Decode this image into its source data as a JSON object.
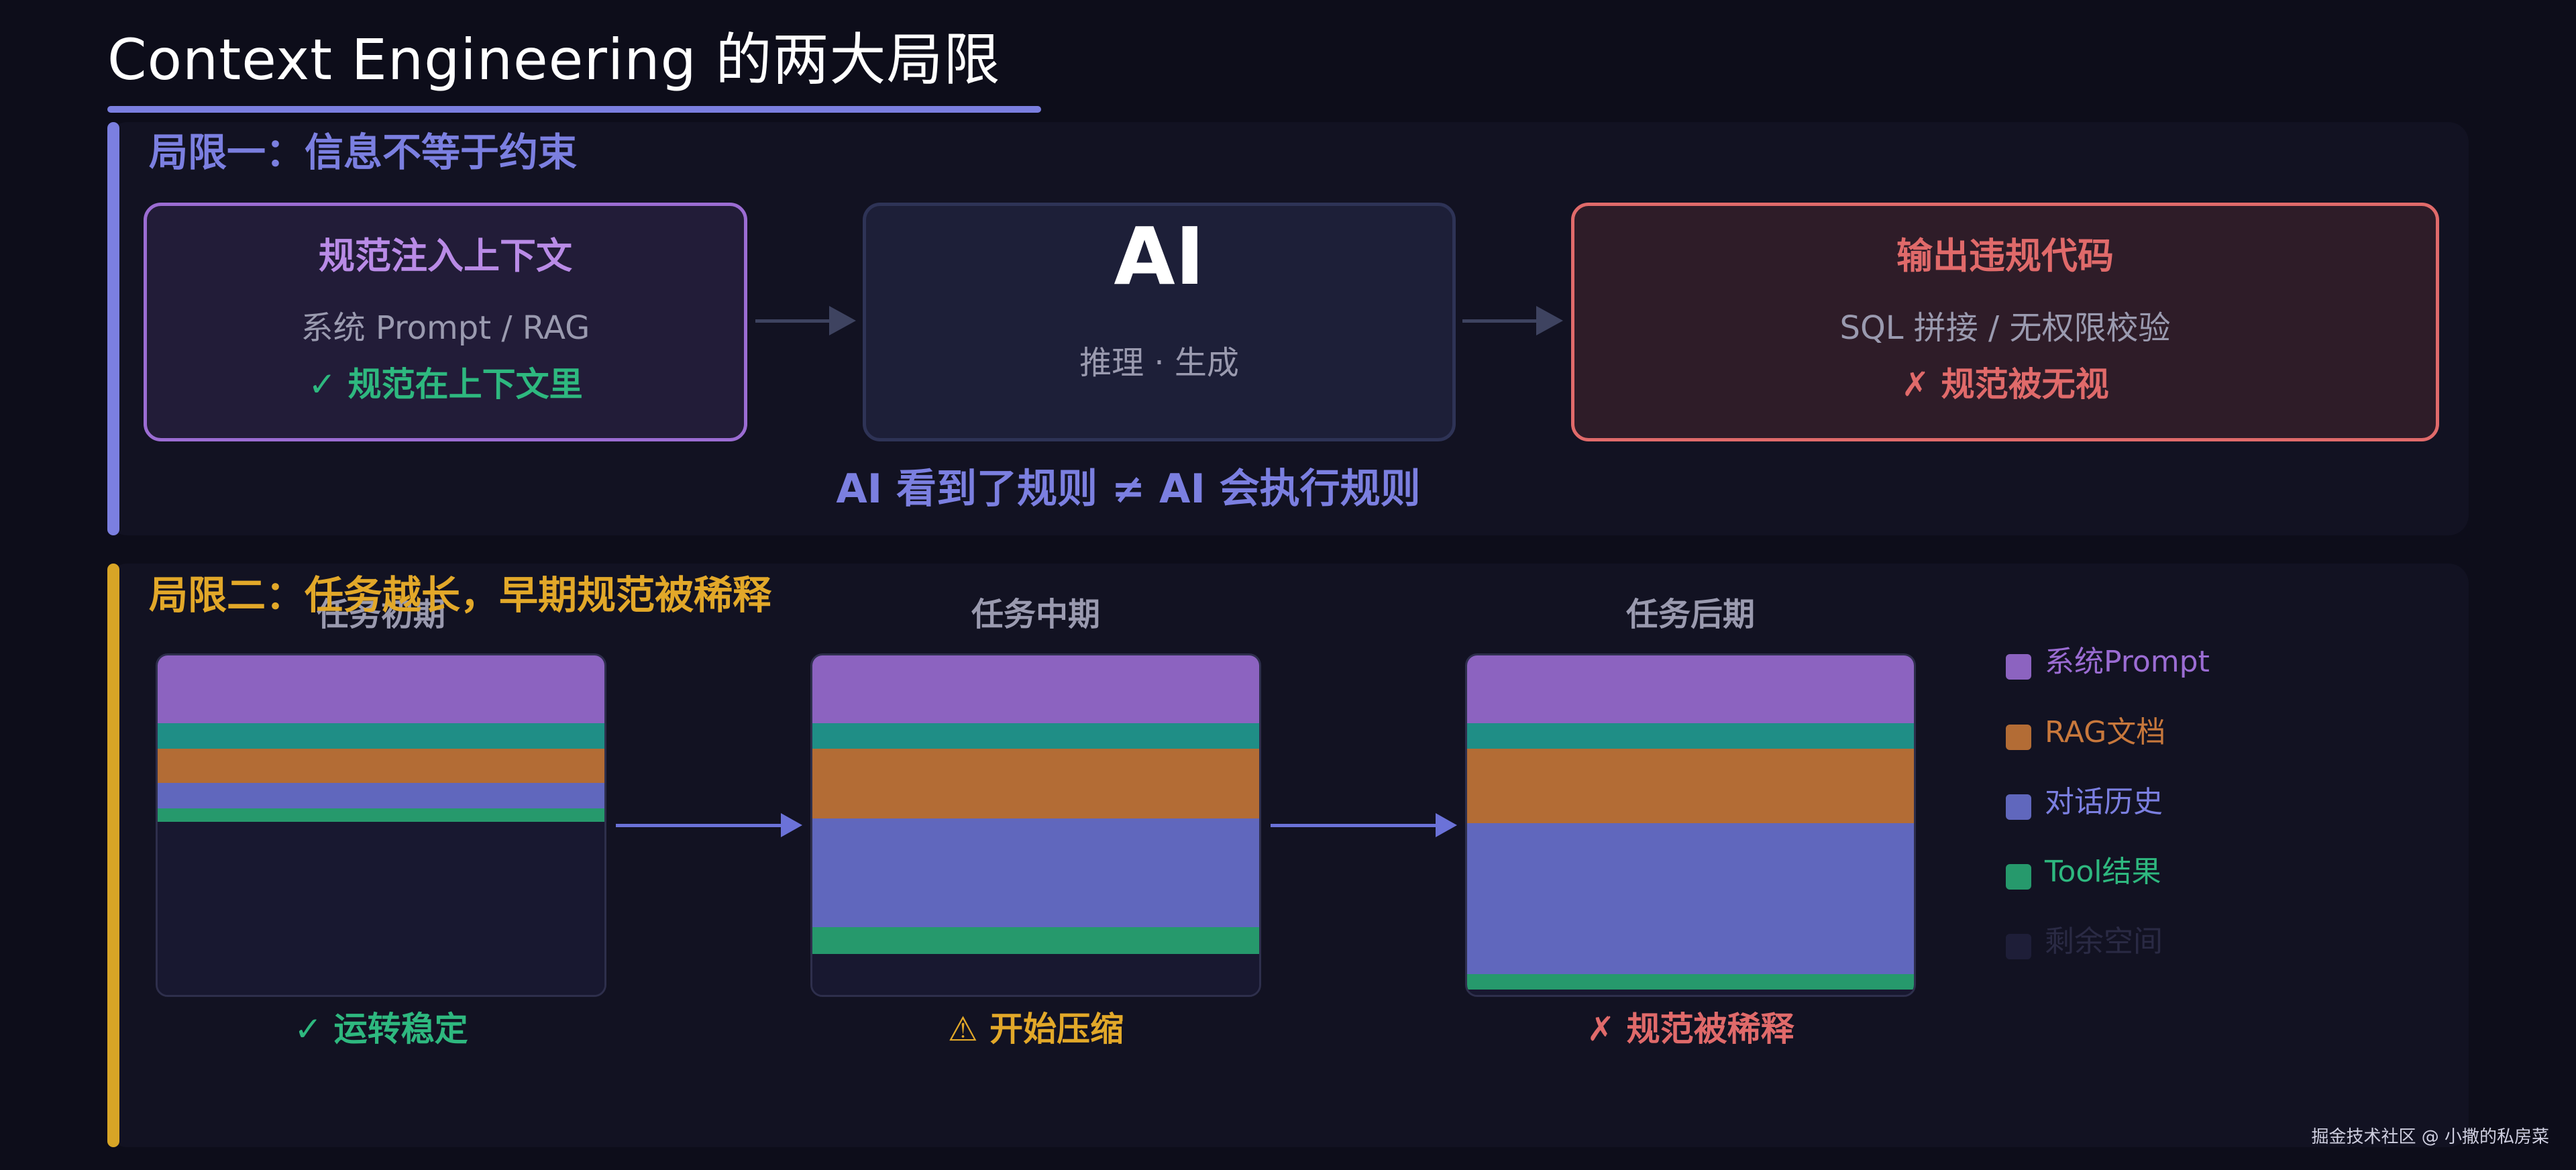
{
  "page_title": "Context Engineering 的两大局限",
  "colors": {
    "accent": "#7b7fe0",
    "warning_accent": "#d8a526",
    "purple": "#9b6cd3",
    "red": "#e06a6a",
    "green": "#2eb87f",
    "system_prompt": "#8c63c0",
    "rag": "#b36c35",
    "dialog": "#6067bd",
    "tool": "#26996c",
    "remaining": "#181830",
    "teal": "#1f8e86"
  },
  "limit1": {
    "heading": "局限一：信息不等于约束",
    "input_box": {
      "title": "规范注入上下文",
      "subtitle": "系统 Prompt / RAG",
      "note": "✓ 规范在上下文里"
    },
    "ai_box": {
      "title": "AI",
      "subtitle": "推理 · 生成"
    },
    "output_box": {
      "title": "输出违规代码",
      "subtitle": "SQL 拼接 / 无权限校验",
      "note": "✗ 规范被无视"
    },
    "conclusion": "AI 看到了规则 ≠ AI 会执行规则"
  },
  "limit2": {
    "heading": "局限二：任务越长，早期规范被稀释",
    "stages": [
      {
        "label": "任务初期",
        "status": "✓ 运转稳定",
        "status_color": "#2eb87f",
        "segments": [
          {
            "name": "系统Prompt",
            "fraction": 0.2,
            "color": "#8c63c0"
          },
          {
            "name": "separator",
            "fraction": 0.075,
            "color": "#1f8e86"
          },
          {
            "name": "RAG文档",
            "fraction": 0.1,
            "color": "#b36c35"
          },
          {
            "name": "对话历史",
            "fraction": 0.075,
            "color": "#6067bd"
          },
          {
            "name": "Tool结果",
            "fraction": 0.04,
            "color": "#26996c"
          },
          {
            "name": "剩余空间",
            "fraction": 0.51,
            "color": "#181830"
          }
        ]
      },
      {
        "label": "任务中期",
        "status": "⚠ 开始压缩",
        "status_color": "#e2a829",
        "segments": [
          {
            "name": "系统Prompt",
            "fraction": 0.2,
            "color": "#8c63c0"
          },
          {
            "name": "separator",
            "fraction": 0.075,
            "color": "#1f8e86"
          },
          {
            "name": "RAG文档",
            "fraction": 0.205,
            "color": "#b36c35"
          },
          {
            "name": "对话历史",
            "fraction": 0.32,
            "color": "#6067bd"
          },
          {
            "name": "Tool结果",
            "fraction": 0.08,
            "color": "#26996c"
          },
          {
            "name": "剩余空间",
            "fraction": 0.12,
            "color": "#181830"
          }
        ]
      },
      {
        "label": "任务后期",
        "status": "✗ 规范被稀释",
        "status_color": "#e06a6a",
        "segments": [
          {
            "name": "系统Prompt",
            "fraction": 0.2,
            "color": "#8c63c0"
          },
          {
            "name": "separator",
            "fraction": 0.075,
            "color": "#1f8e86"
          },
          {
            "name": "RAG文档",
            "fraction": 0.22,
            "color": "#b36c35"
          },
          {
            "name": "对话历史",
            "fraction": 0.445,
            "color": "#6067bd"
          },
          {
            "name": "Tool结果",
            "fraction": 0.045,
            "color": "#26996c"
          },
          {
            "name": "剩余空间",
            "fraction": 0.015,
            "color": "#181830"
          }
        ]
      }
    ],
    "legend": [
      {
        "label": "系统Prompt",
        "color": "#8c63c0",
        "text_color": "#9b6cd3"
      },
      {
        "label": "RAG文档",
        "color": "#b36c35",
        "text_color": "#c8783c"
      },
      {
        "label": "对话历史",
        "color": "#6067bd",
        "text_color": "#7b7fe0"
      },
      {
        "label": "Tool结果",
        "color": "#26996c",
        "text_color": "#2eb87f"
      },
      {
        "label": "剩余空间",
        "color": "#1e1e38",
        "text_color": "#2a2a44"
      }
    ]
  },
  "footer": "掘金技术社区 @ 小撒的私房菜"
}
